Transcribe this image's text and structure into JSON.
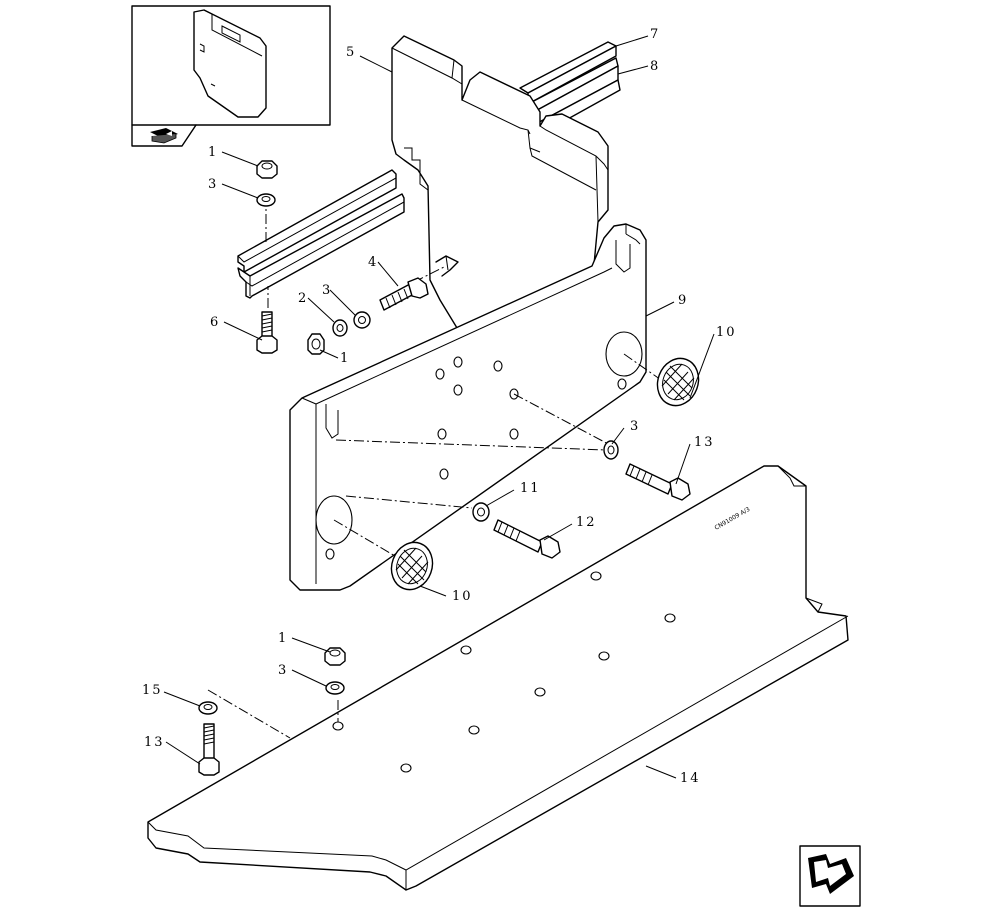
{
  "diagram": {
    "kind": "exploded parts view",
    "callouts": [
      {
        "id": "c5",
        "label": "5"
      },
      {
        "id": "c7",
        "label": "7"
      },
      {
        "id": "c8",
        "label": "8"
      },
      {
        "id": "c1a",
        "label": "1"
      },
      {
        "id": "c3a",
        "label": "3"
      },
      {
        "id": "c4",
        "label": "4"
      },
      {
        "id": "c2",
        "label": "2"
      },
      {
        "id": "c3b",
        "label": "3"
      },
      {
        "id": "c6",
        "label": "6"
      },
      {
        "id": "c1b",
        "label": "1"
      },
      {
        "id": "c9",
        "label": "9"
      },
      {
        "id": "c10a",
        "label": "10"
      },
      {
        "id": "c3c",
        "label": "3"
      },
      {
        "id": "c13a",
        "label": "13"
      },
      {
        "id": "c11",
        "label": "11"
      },
      {
        "id": "c12",
        "label": "12"
      },
      {
        "id": "c10b",
        "label": "10"
      },
      {
        "id": "c1c",
        "label": "1"
      },
      {
        "id": "c3d",
        "label": "3"
      },
      {
        "id": "c15",
        "label": "15"
      },
      {
        "id": "c13b",
        "label": "13"
      },
      {
        "id": "c14",
        "label": "14"
      }
    ],
    "part_stamp": "CN91009 A/3"
  },
  "icons": {
    "inset_nav": "book-arrow-icon",
    "next_page": "next-page-arrow-icon"
  }
}
